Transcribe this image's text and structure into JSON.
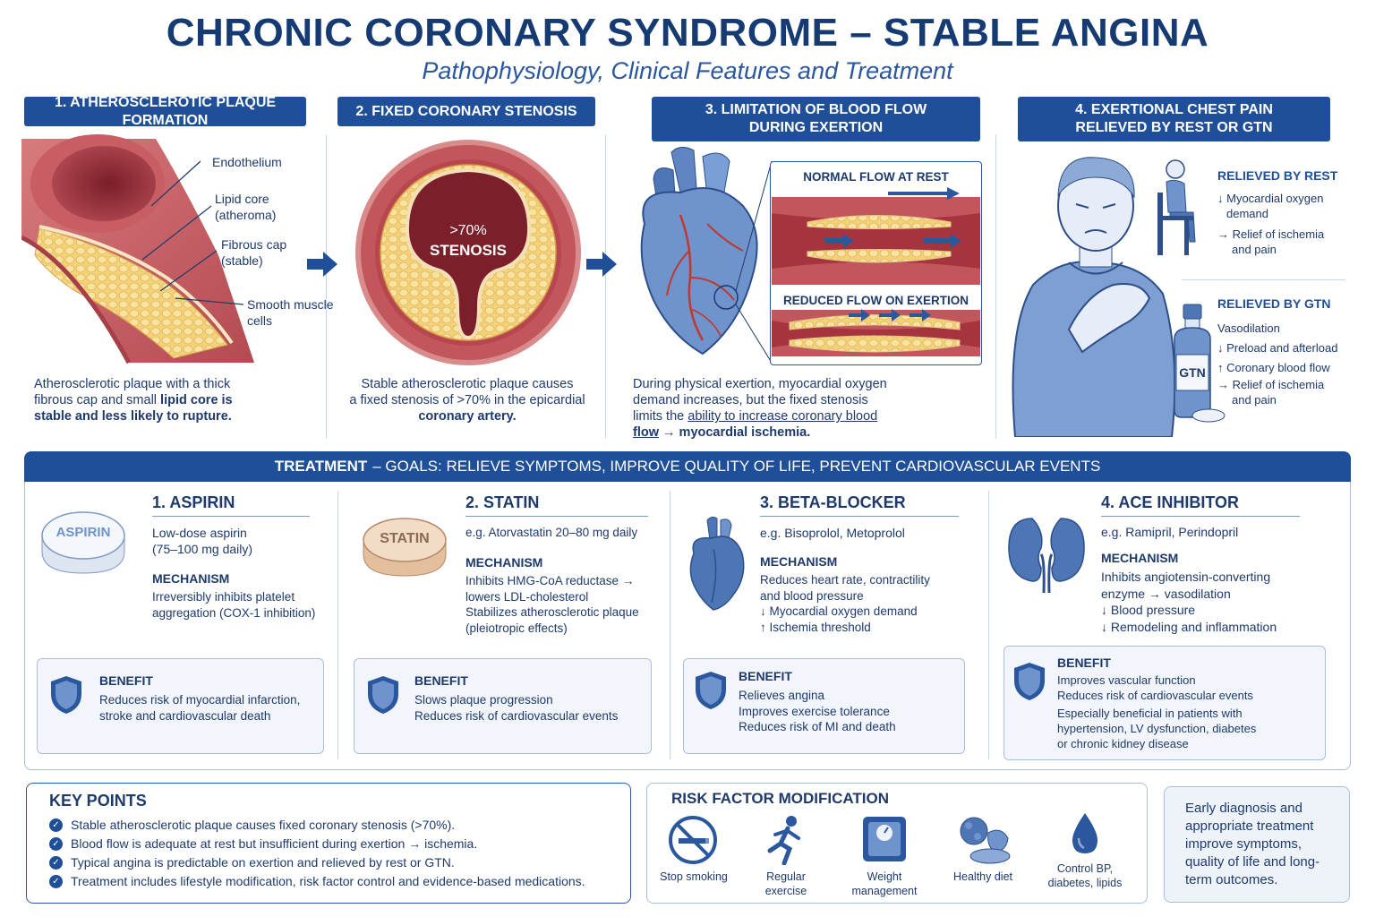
{
  "header": {
    "title": "CHRONIC CORONARY SYNDROME – STABLE ANGINA",
    "subtitle": "Pathophysiology, Clinical Features and Treatment"
  },
  "steps": [
    {
      "header": "1. ATHEROSCLEROTIC PLAQUE FORMATION",
      "labels": [
        "Endothelium",
        "Lipid core",
        "(atheroma)",
        "Fibrous cap",
        "(stable)",
        "Smooth muscle",
        "cells"
      ],
      "caption_1": "Atherosclerotic plaque with a thick",
      "caption_2a": "fibrous cap and small ",
      "caption_2b": "lipid core is",
      "caption_3": "stable and less likely to rupture."
    },
    {
      "header": "2. FIXED CORONARY STENOSIS",
      "stenosis_1": ">70%",
      "stenosis_2": "STENOSIS",
      "caption_1": "Stable atherosclerotic plaque causes",
      "caption_2": "a fixed stenosis of >70% in the epicardial",
      "caption_3": "coronary artery."
    },
    {
      "header_1": "3. LIMITATION OF BLOOD FLOW",
      "header_2": "DURING EXERTION",
      "flow_rest": "NORMAL FLOW AT REST",
      "flow_exertion": "REDUCED FLOW ON EXERTION",
      "caption_1": "During physical exertion, myocardial oxygen",
      "caption_2": "demand increases, but the fixed stenosis",
      "caption_3a": "limits the ",
      "caption_3b": "ability to increase coronary blood",
      "caption_4a": "flow",
      "caption_4b": " → myocardial ischemia."
    },
    {
      "header_1": "4. EXERTIONAL CHEST PAIN",
      "header_2": "RELIEVED BY REST OR GTN",
      "rest_title": "RELIEVED BY REST",
      "rest_lines": [
        "↓ Myocardial oxygen",
        "demand",
        "→ Relief of ischemia",
        "and pain"
      ],
      "gtn_title": "RELIEVED BY GTN",
      "gtn_lines": [
        "Vasodilation",
        "↓ Preload and afterload",
        "↑ Coronary blood flow",
        "→ Relief of ischemia",
        "and pain"
      ],
      "gtn_label": "GTN"
    }
  ],
  "treatment": {
    "bar_bold": "TREATMENT",
    "bar_text": "– GOALS: RELIEVE SYMPTOMS, IMPROVE QUALITY OF LIFE, PREVENT CARDIOVASCULAR EVENTS",
    "drugs": [
      {
        "title": "1.  ASPIRIN",
        "pill_label": "ASPIRIN",
        "lines": [
          "Low-dose aspirin",
          "(75–100 mg daily)"
        ],
        "mechanism_title": "MECHANISM",
        "mechanism": [
          "Irreversibly inhibits platelet",
          "aggregation (COX-1 inhibition)"
        ],
        "benefit_title": "BENEFIT",
        "benefit": [
          "Reduces risk of myocardial infarction,",
          "stroke and cardiovascular death"
        ]
      },
      {
        "title": "2.  STATIN",
        "pill_label": "STATIN",
        "lines": [
          "e.g. Atorvastatin 20–80 mg daily"
        ],
        "mechanism_title": "MECHANISM",
        "mechanism": [
          "Inhibits HMG-CoA reductase →",
          "lowers LDL-cholesterol",
          "Stabilizes atherosclerotic plaque",
          "(pleiotropic effects)"
        ],
        "benefit_title": "BENEFIT",
        "benefit": [
          "Slows plaque progression",
          "Reduces risk of cardiovascular events"
        ]
      },
      {
        "title": "3.  BETA-BLOCKER",
        "lines": [
          "e.g. Bisoprolol, Metoprolol"
        ],
        "mechanism_title": "MECHANISM",
        "mechanism": [
          "Reduces heart rate, contractility",
          "and blood pressure",
          "↓ Myocardial oxygen demand",
          "↑ Ischemia threshold"
        ],
        "benefit_title": "BENEFIT",
        "benefit": [
          "Relieves angina",
          "Improves exercise tolerance",
          "Reduces risk of MI and death"
        ]
      },
      {
        "title": "4.  ACE INHIBITOR",
        "lines": [
          "e.g. Ramipril, Perindopril"
        ],
        "mechanism_title": "MECHANISM",
        "mechanism": [
          "Inhibits angiotensin-converting",
          "enzyme → vasodilation",
          "↓ Blood pressure",
          "↓ Remodeling and inflammation"
        ],
        "benefit_title": "BENEFIT",
        "benefit": [
          "Improves vascular function",
          "Reduces risk of cardiovascular events",
          "Especially beneficial in patients with",
          "hypertension, LV dysfunction, diabetes",
          "or chronic kidney disease"
        ]
      }
    ]
  },
  "key_points": {
    "title": "KEY POINTS",
    "items": [
      "Stable atherosclerotic plaque causes fixed coronary stenosis (>70%).",
      "Blood flow is adequate at rest but insufficient during exertion → ischemia.",
      "Typical angina is predictable on exertion and relieved by rest or GTN.",
      "Treatment includes lifestyle modification, risk factor control and evidence-based medications."
    ]
  },
  "risk_factors": {
    "title": "RISK FACTOR MODIFICATION",
    "items": [
      {
        "icon": "no-smoking-icon",
        "lines": [
          "Stop smoking"
        ]
      },
      {
        "icon": "running-person-icon",
        "lines": [
          "Regular",
          "exercise"
        ]
      },
      {
        "icon": "scale-icon",
        "lines": [
          "Weight",
          "management"
        ]
      },
      {
        "icon": "healthy-diet-icon",
        "lines": [
          "Healthy diet"
        ]
      },
      {
        "icon": "blood-drop-icon",
        "lines": [
          "Control BP,",
          "diabetes, lipids"
        ]
      }
    ]
  },
  "conclusion": "Early diagnosis and appropriate treatment improve symptoms, quality of life and long-term outcomes.",
  "colors": {
    "navy": "#1f4f98",
    "text": "#1e3a6b",
    "artery_red": "#c0535a",
    "plaque_yellow": "#f2cf72",
    "body_blue": "#6f93cc"
  }
}
